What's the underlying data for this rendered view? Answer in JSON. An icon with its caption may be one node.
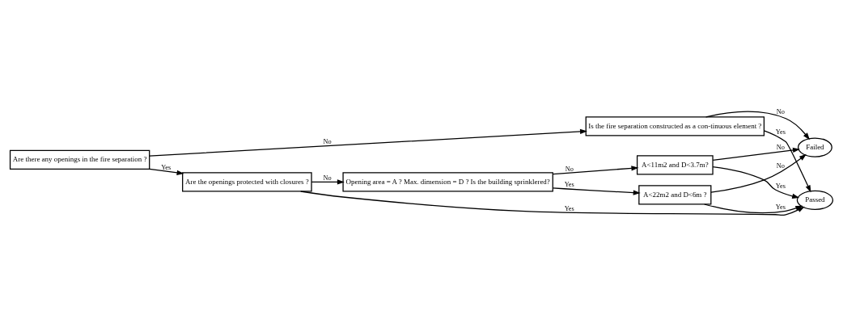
{
  "diagram": {
    "nodes": [
      {
        "text": [
          "Are there any openings in the fire separation ?"
        ]
      },
      {
        "text": [
          "Is the fire separation constructed as a con-tinuous element ?"
        ]
      },
      {
        "text": [
          "Passed"
        ]
      },
      {
        "text": [
          "Failed"
        ]
      },
      {
        "text": [
          "Are the openings protected with closures ?"
        ]
      },
      {
        "text": [
          "Opening area = A ? Max. dimension = D ? Is the building sprinklered?"
        ]
      },
      {
        "text": [
          "A<11m2 and D<3.7m?"
        ]
      },
      {
        "text": [
          "A<22m2 and D<6m ?"
        ]
      }
    ],
    "edges": [
      {
        "from": 0,
        "to": 1,
        "arrow": "to",
        "label": "No"
      },
      {
        "from": 0,
        "to": 4,
        "arrow": "to",
        "label": "Yes"
      },
      {
        "from": 1,
        "to": 3,
        "arrow": "to",
        "label": "No"
      },
      {
        "from": 1,
        "to": 2,
        "arrow": "to",
        "label": "Yes"
      },
      {
        "from": 4,
        "to": 2,
        "arrow": "to",
        "label": "Yes"
      },
      {
        "from": 4,
        "to": 5,
        "arrow": "to",
        "label": "No"
      },
      {
        "from": 5,
        "to": 6,
        "arrow": "to",
        "label": "No"
      },
      {
        "from": 5,
        "to": 7,
        "arrow": "to",
        "label": "Yes"
      },
      {
        "from": 6,
        "to": 2,
        "arrow": "to",
        "label": "Yes"
      },
      {
        "from": 6,
        "to": 3,
        "arrow": "to",
        "label": "No"
      },
      {
        "from": 7,
        "to": 2,
        "arrow": "to",
        "label": "Yes"
      },
      {
        "from": 7,
        "to": 3,
        "arrow": "to",
        "label": "No"
      }
    ]
  }
}
